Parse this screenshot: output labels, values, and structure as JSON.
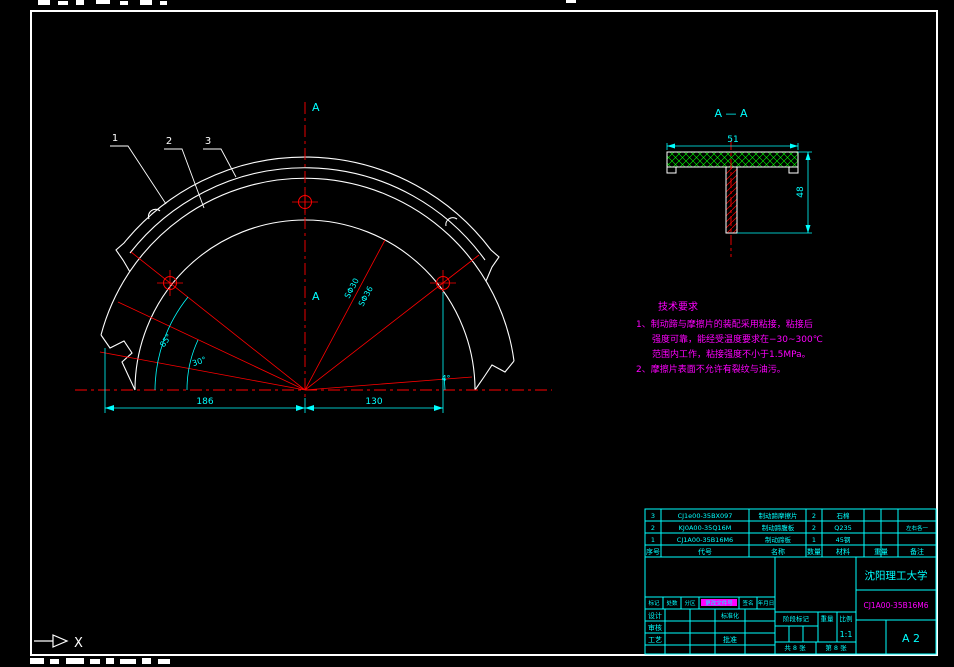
{
  "colors": {
    "background": "#000000",
    "geometry": "#ffffff",
    "centerline_red": "#ff0000",
    "dimension_cyan": "#00ffff",
    "notes_magenta": "#ff00ff",
    "hatch_green": "#00ff00"
  },
  "axis_indicator": {
    "label": "X"
  },
  "main_view": {
    "callout_1": "1",
    "callout_2": "2",
    "callout_3": "3",
    "marker_top": "A",
    "marker_mid": "A",
    "dim_left": "186",
    "dim_right": "130",
    "angle_a": "85°",
    "angle_b": "30°",
    "angle_c": "4°",
    "radial_a": "SΦ30",
    "radial_b": "SΦ36"
  },
  "section_view": {
    "title": "A — A",
    "dim_width": "51",
    "dim_height": "48"
  },
  "tech_requirements": {
    "title": "技术要求",
    "line1": "1、制动蹄与摩擦片的装配采用粘接，粘接后",
    "line2": "强度可靠，能经受温度要求在−30~300℃",
    "line3": "范围内工作，粘接强度不小于1.5MPa。",
    "line4": "2、摩擦片表面不允许有裂纹与油污。"
  },
  "parts_list": {
    "header": {
      "seq": "序号",
      "code": "代号",
      "name": "名称",
      "qty": "数量",
      "material": "材料",
      "weight": "重量",
      "remark": "备注"
    },
    "row3": {
      "seq": "3",
      "code": "CJ1e00-35BX097",
      "name": "制动蹄摩擦片",
      "qty": "2",
      "material": "石棉",
      "remark": ""
    },
    "row2": {
      "seq": "2",
      "code": "KJ0A00-35Q16M",
      "name": "制动蹄腹板",
      "qty": "2",
      "material": "Q235",
      "remark": "左右各一"
    },
    "row1": {
      "seq": "1",
      "code": "CJ1A00-35B16M6",
      "name": "制动蹄板",
      "qty": "1",
      "material": "45钢",
      "remark": ""
    }
  },
  "title_block": {
    "school": "沈阳理工大学",
    "drawing_no": "CJ1A00-35B16M6",
    "labels": {
      "mark": "标记",
      "count": "处数",
      "zone": "分区",
      "change_file": "更改文件号",
      "sign": "签名",
      "date": "年月日",
      "design": "设计",
      "check": "审核",
      "process": "工艺",
      "standard": "标准化",
      "approve": "批准",
      "stage": "阶段标记",
      "weight": "重量",
      "scale": "比例"
    },
    "scale_value": "1:1",
    "sheet_total": "共 8 张",
    "sheet_no": "第 8 张",
    "size": "A 2"
  }
}
